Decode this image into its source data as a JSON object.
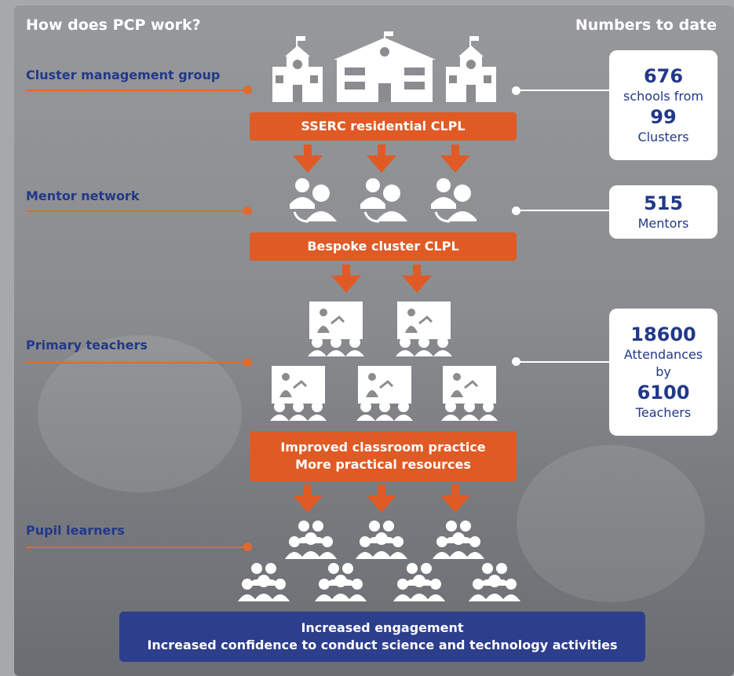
{
  "header": {
    "left_title": "How does PCP work?",
    "right_title": "Numbers to date"
  },
  "levels": [
    {
      "label": "Cluster management group"
    },
    {
      "label": "Mentor network"
    },
    {
      "label": "Primary teachers"
    },
    {
      "label": "Pupil learners"
    }
  ],
  "bars": {
    "sserc": "SSERC residential CLPL",
    "bespoke": "Bespoke cluster CLPL",
    "improved_line1": "Improved classroom practice",
    "improved_line2": "More practical resources",
    "outcome_line1": "Increased engagement",
    "outcome_line2": "Increased confidence to conduct science and technology activities"
  },
  "stats": {
    "schools": {
      "number": "676",
      "text": "schools from",
      "number2": "99",
      "text2": "Clusters"
    },
    "mentors": {
      "number": "515",
      "text": "Mentors"
    },
    "teachers": {
      "number": "18600",
      "text": "Attendances",
      "text_b": "by",
      "number2": "6100",
      "text2": "Teachers"
    }
  },
  "colors": {
    "orange": "#e05a25",
    "navy": "#22388a",
    "outcome_blue": "#2c3e8c",
    "white": "#ffffff"
  },
  "icons": [
    "school-building-icon",
    "mentor-group-icon",
    "teacher-presentation-icon",
    "pupil-group-icon",
    "down-arrow-icon"
  ]
}
